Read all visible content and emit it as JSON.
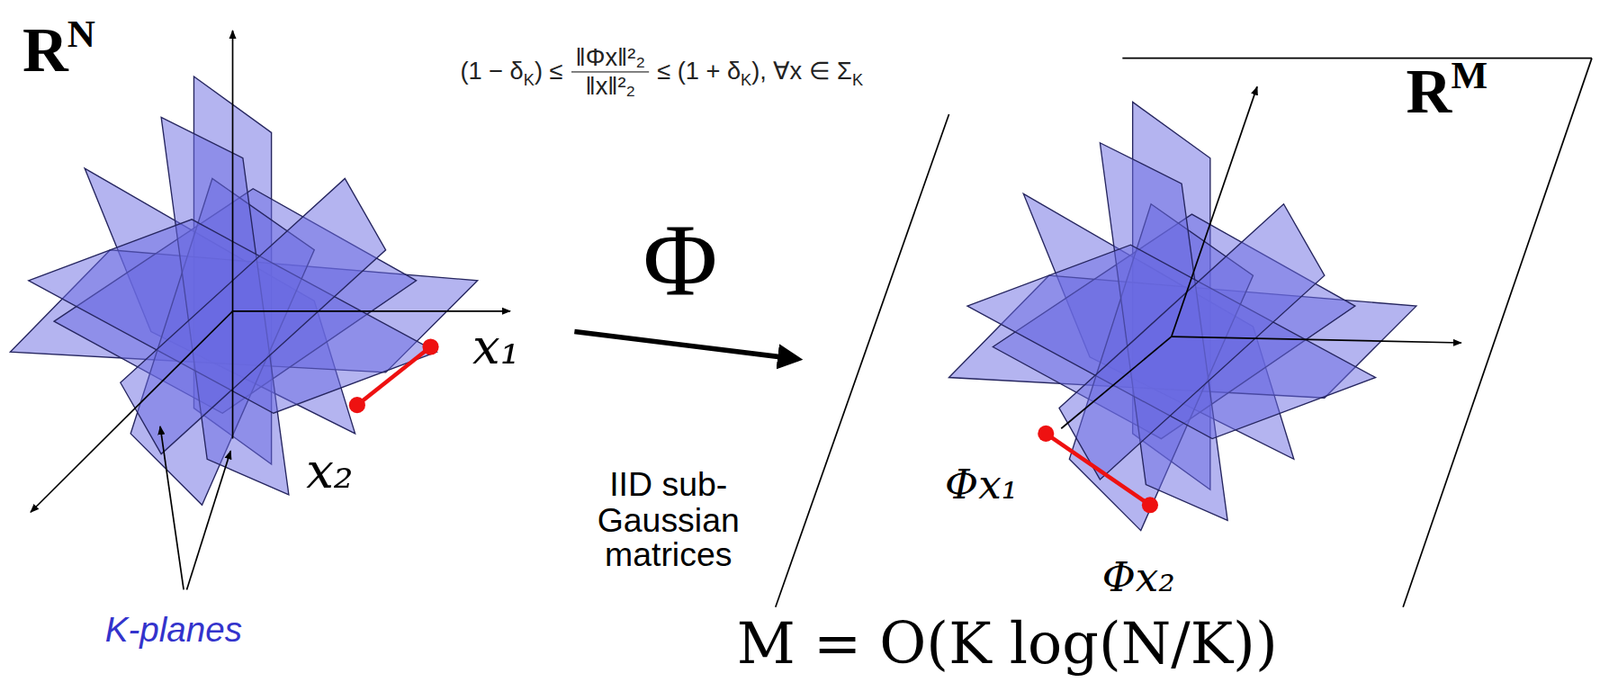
{
  "diagram": {
    "labels": [
      "R",
      "N",
      "(1 − δ",
      "K",
      ") ≤",
      "‖Φx‖²₂",
      "‖x‖²₂",
      "≤ (1 + δ",
      "K",
      "), ∀x ∈ Σ",
      "K",
      "R",
      "M",
      "Φ",
      "x₁",
      "x₂",
      "IID sub-Gaussian matrices",
      "Φx₁",
      "Φx₂",
      "K-planes",
      "M = O(K log(N/K))"
    ]
  }
}
